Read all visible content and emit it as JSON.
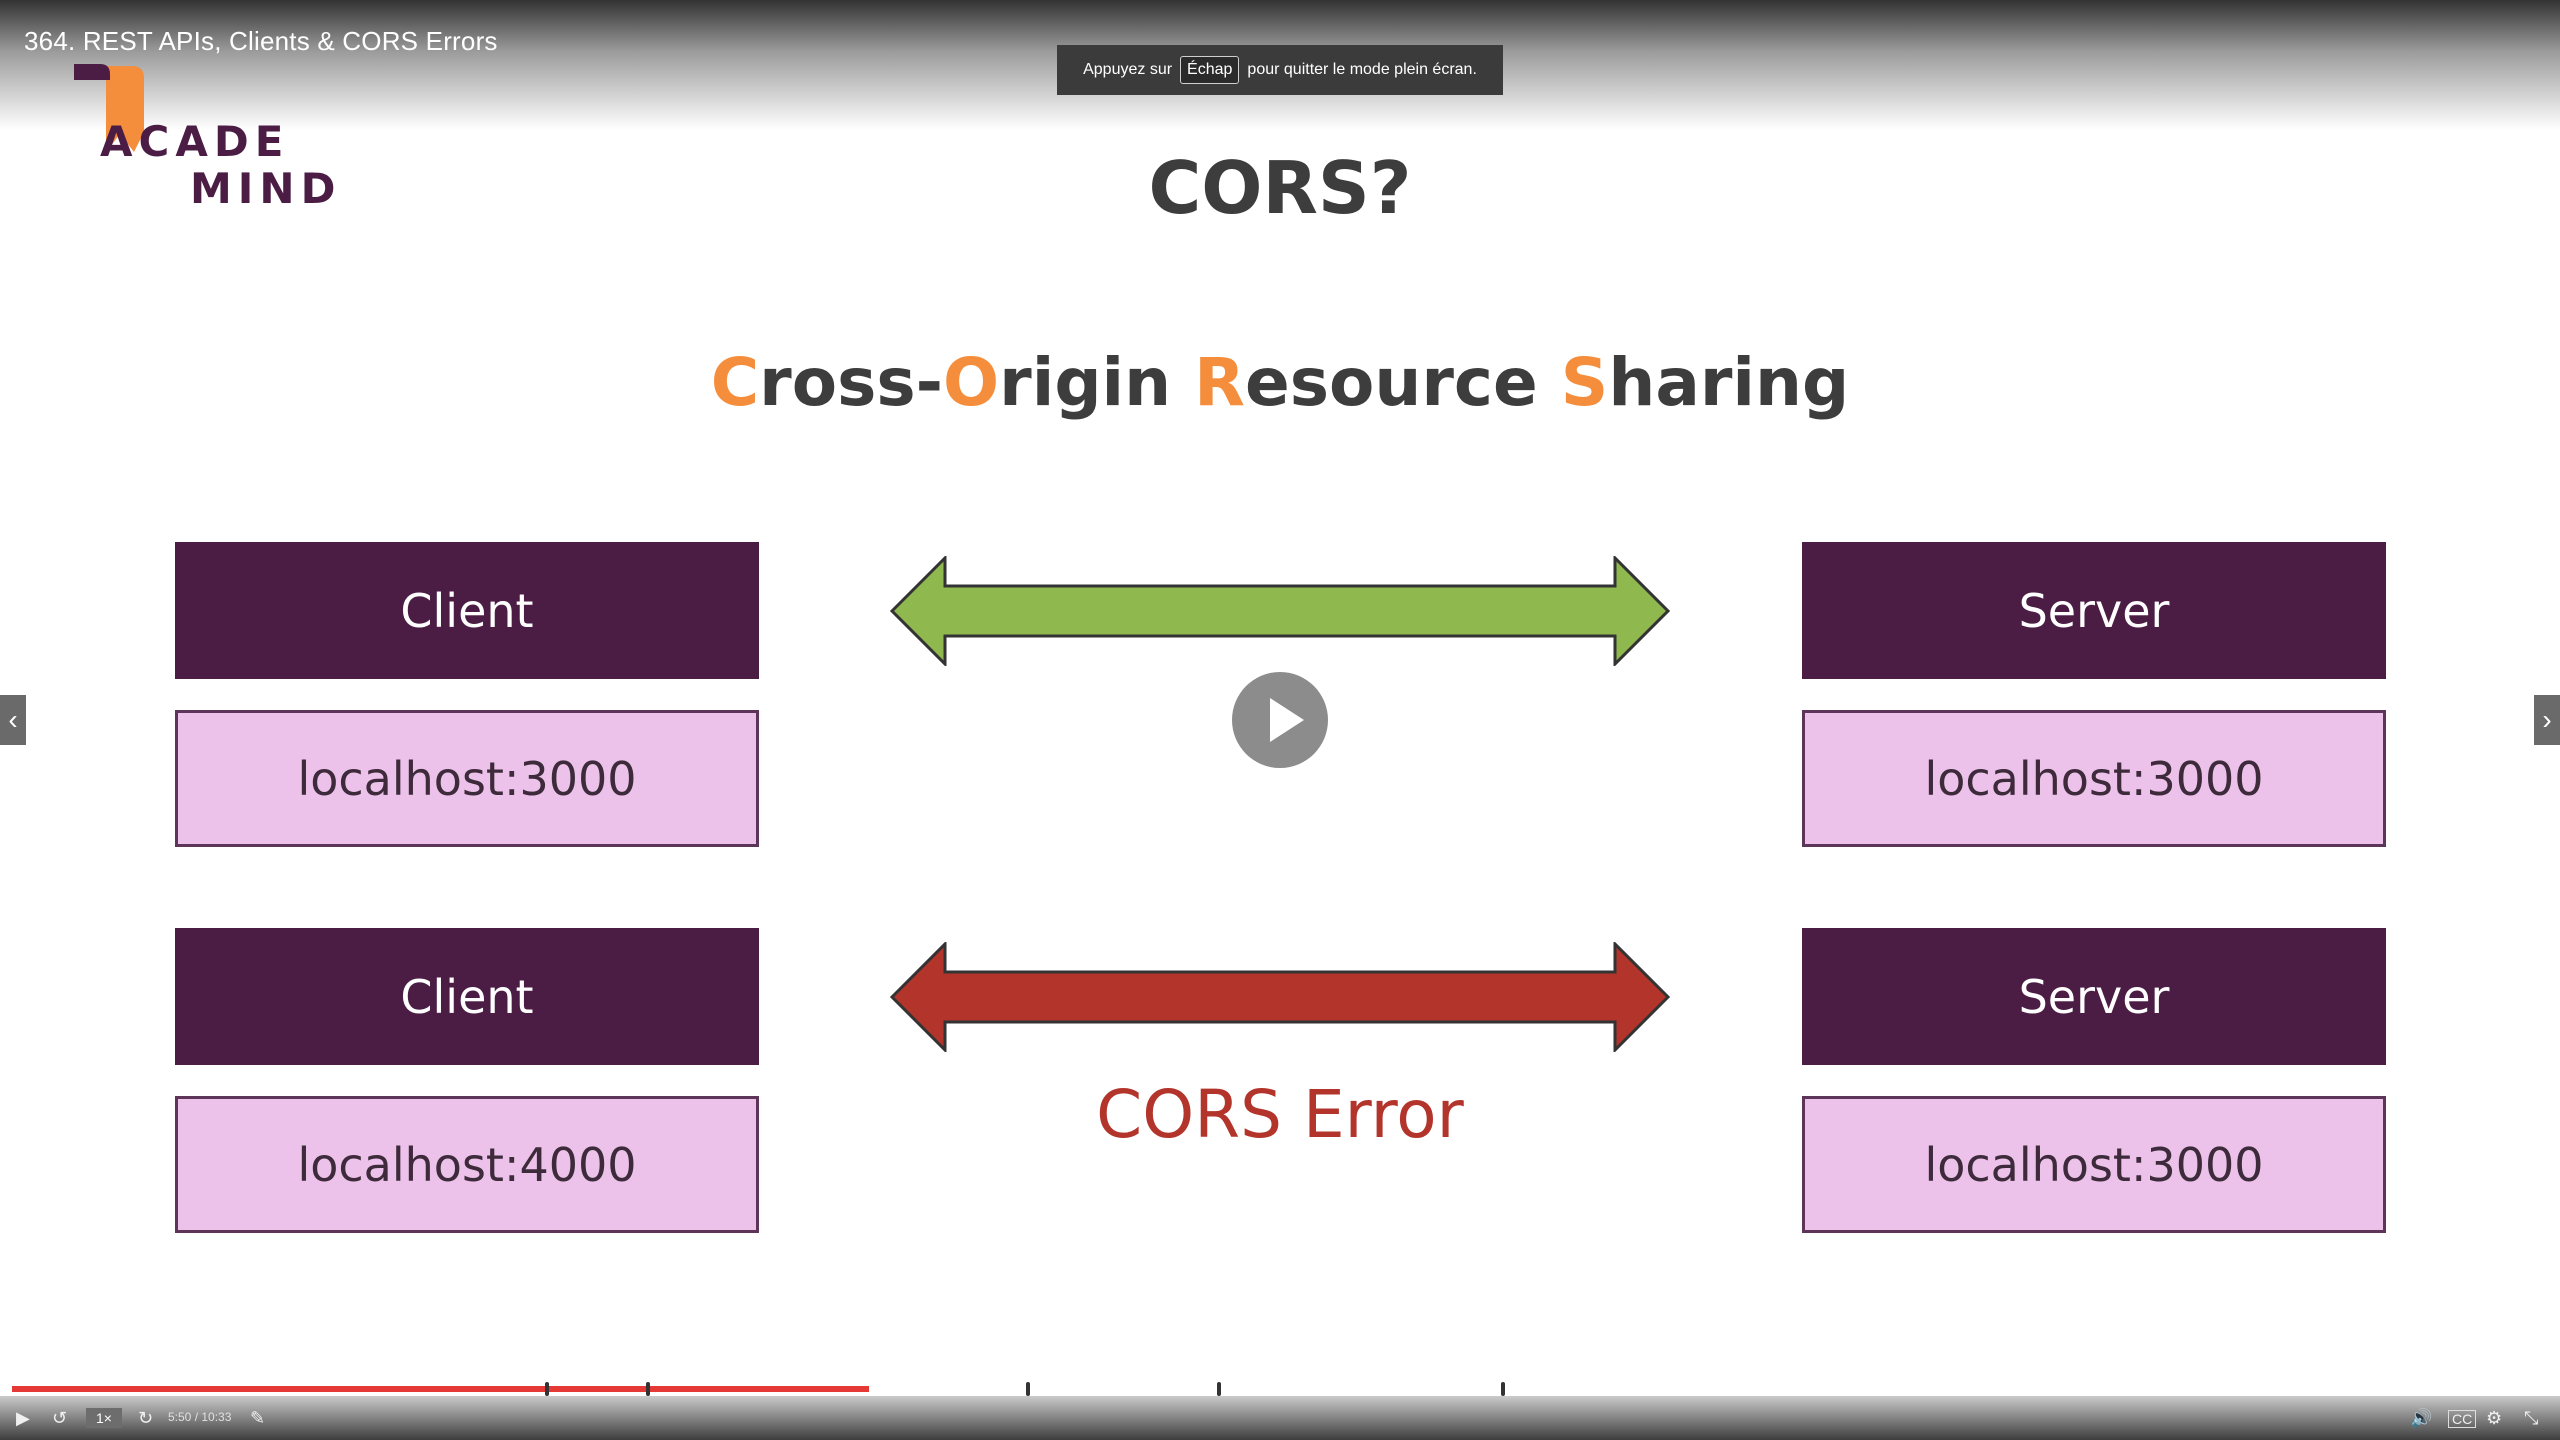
{
  "window": {
    "title": "364. REST APIs, Clients & CORS Errors",
    "fullscreen_notice": {
      "before": "Appuyez sur",
      "key": "Échap",
      "after": "pour quitter le mode plein écran."
    }
  },
  "logo": {
    "line1": "ACADE",
    "line2": "MIND"
  },
  "slide": {
    "title": "CORS?",
    "subtitle_parts": [
      {
        "hl": "C",
        "rest": "ross-"
      },
      {
        "hl": "O",
        "rest": "rigin "
      },
      {
        "hl": "R",
        "rest": "esource "
      },
      {
        "hl": "S",
        "rest": "haring"
      }
    ],
    "row1": {
      "left_label": "Client",
      "left_host": "localhost:3000",
      "right_label": "Server",
      "right_host": "localhost:3000",
      "arrow_color": "#8fb84e"
    },
    "row2": {
      "left_label": "Client",
      "left_host": "localhost:4000",
      "right_label": "Server",
      "right_host": "localhost:3000",
      "arrow_color": "#b3342b",
      "caption": "CORS Error"
    }
  },
  "player": {
    "speed": "1×",
    "time": "5:50 / 10:33",
    "progress": 0.338,
    "chapter_marks": [
      0.21,
      0.25,
      0.4,
      0.475,
      0.587
    ],
    "icons": [
      "play-icon",
      "rewind-icon",
      "forward-icon",
      "notes-icon",
      "volume-icon",
      "captions-icon",
      "settings-icon",
      "exit-fullscreen-icon",
      "prev-icon",
      "next-icon"
    ]
  }
}
